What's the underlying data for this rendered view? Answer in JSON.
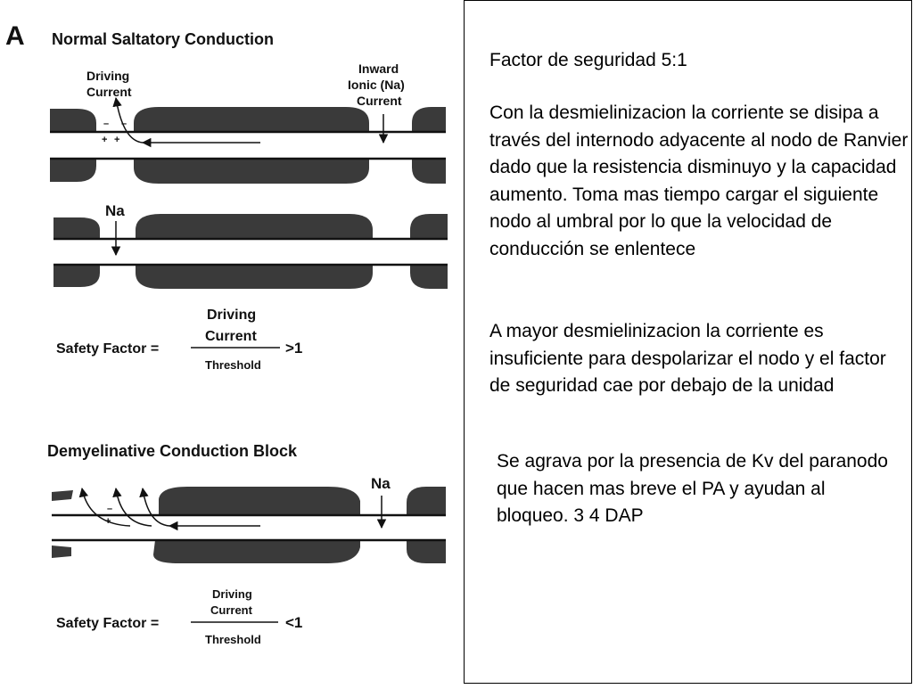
{
  "figure": {
    "panel_letter": "A",
    "top": {
      "title": "Normal Saltatory Conduction",
      "driving_current_line1": "Driving",
      "driving_current_line2": "Current",
      "inward_line1": "Inward",
      "inward_line2": "Ionic (Na)",
      "inward_line3": "Current",
      "na_label": "Na",
      "charge_minus": "–",
      "charge_plus": "+",
      "safety_label": "Safety Factor =",
      "fraction_num1": "Driving",
      "fraction_num2": "Current",
      "fraction_den": "Threshold",
      "relation": ">1"
    },
    "bottom": {
      "title": "Demyelinative Conduction Block",
      "na_label": "Na",
      "charge_minus": "–",
      "charge_plus": "+",
      "safety_label": "Safety Factor =",
      "fraction_num1": "Driving",
      "fraction_num2": "Current",
      "fraction_den": "Threshold",
      "relation": "<1"
    }
  },
  "text": {
    "title": "Factor de seguridad 5:1",
    "p1": "Con la desmielinizacion la corriente se disipa a través del internodo adyacente al nodo de Ranvier dado que la resistencia disminuyo y la capacidad aumento. Toma mas tiempo cargar el siguiente nodo al umbral por lo que la velocidad de conducción se enlentece",
    "p2": "A mayor desmielinizacion la corriente es insuficiente para despolarizar el nodo y el factor de seguridad cae por debajo de la unidad",
    "p3": "Se agrava por la presencia de Kv del paranodo que hacen mas breve el PA y ayudan al bloqueo. 3 4 DAP"
  }
}
